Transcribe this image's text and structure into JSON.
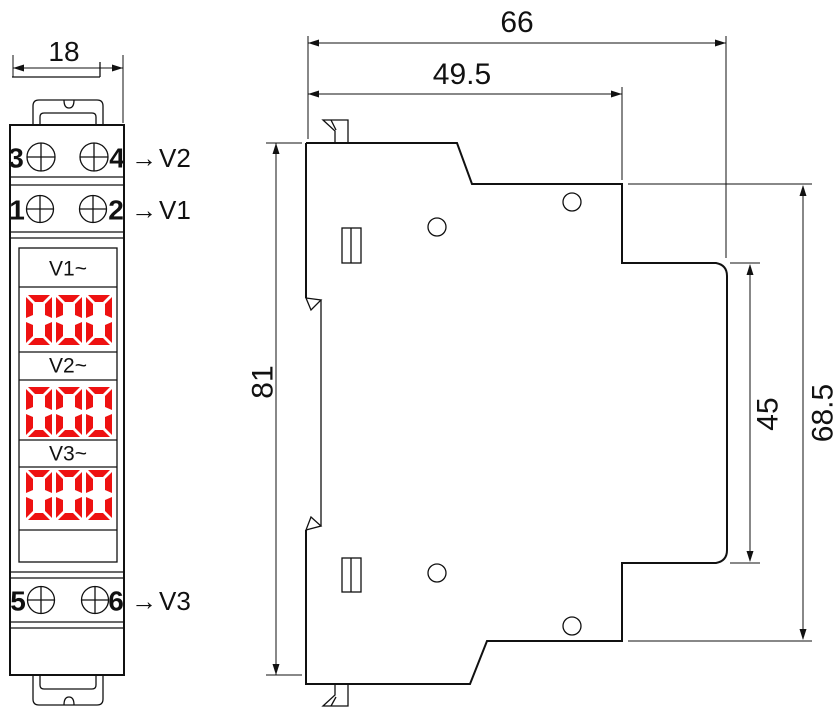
{
  "drawing": {
    "title": "DIN-rail three-phase voltmeter dimensional drawing",
    "line_color": "#111111",
    "display_color": "#ee1111",
    "front_view": {
      "width_dim": "18",
      "terminal_rows": [
        {
          "left": "3",
          "right": "4",
          "arrow": "→",
          "signal": "V2"
        },
        {
          "left": "1",
          "right": "2",
          "arrow": "→",
          "signal": "V1"
        },
        {
          "left": "5",
          "right": "6",
          "arrow": "→",
          "signal": "V3"
        }
      ],
      "displays": [
        {
          "label": "V1~",
          "value": "000"
        },
        {
          "label": "V2~",
          "value": "000"
        },
        {
          "label": "V3~",
          "value": "000"
        }
      ]
    },
    "side_view": {
      "dim_total_depth": "66",
      "dim_body_depth": "49.5",
      "dim_height": "81",
      "dim_window_height": "45",
      "dim_front_height": "68.5"
    }
  }
}
